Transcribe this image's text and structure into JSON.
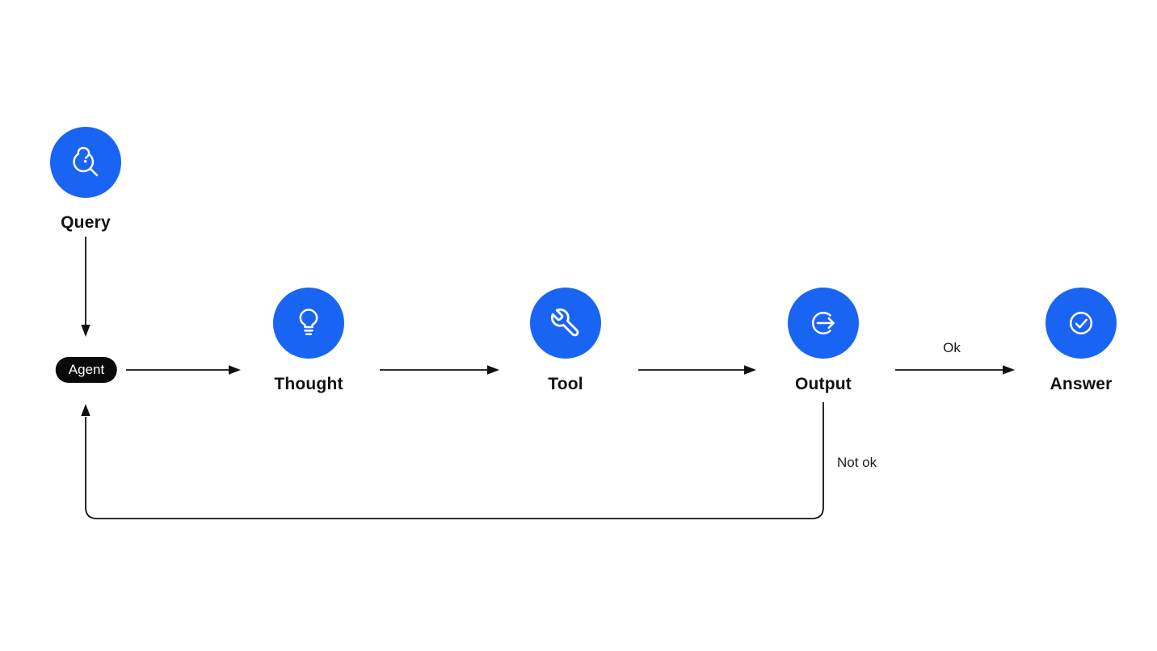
{
  "page": {
    "background_color": "#ffffff"
  },
  "diagram": {
    "type": "flowchart",
    "accent_color": "#1a64f4",
    "line_color": "#111111",
    "label_color": "#111111",
    "agent_pill_color": "#0a0a0a",
    "agent_pill_text_color": "#ffffff",
    "nodes": [
      {
        "id": "query",
        "label": "Query",
        "shape": "circle",
        "icon": "search-question-icon"
      },
      {
        "id": "agent",
        "label": "Agent",
        "shape": "pill",
        "icon": ""
      },
      {
        "id": "thought",
        "label": "Thought",
        "shape": "circle",
        "icon": "lightbulb-icon"
      },
      {
        "id": "tool",
        "label": "Tool",
        "shape": "circle",
        "icon": "wrench-icon"
      },
      {
        "id": "output",
        "label": "Output",
        "shape": "circle",
        "icon": "exit-arrow-icon"
      },
      {
        "id": "answer",
        "label": "Answer",
        "shape": "circle",
        "icon": "check-circle-icon"
      }
    ],
    "edges": [
      {
        "from": "query",
        "to": "agent",
        "label": ""
      },
      {
        "from": "agent",
        "to": "thought",
        "label": ""
      },
      {
        "from": "thought",
        "to": "tool",
        "label": ""
      },
      {
        "from": "tool",
        "to": "output",
        "label": ""
      },
      {
        "from": "output",
        "to": "answer",
        "label": "Ok"
      },
      {
        "from": "output",
        "to": "agent",
        "label": "Not ok"
      }
    ]
  }
}
